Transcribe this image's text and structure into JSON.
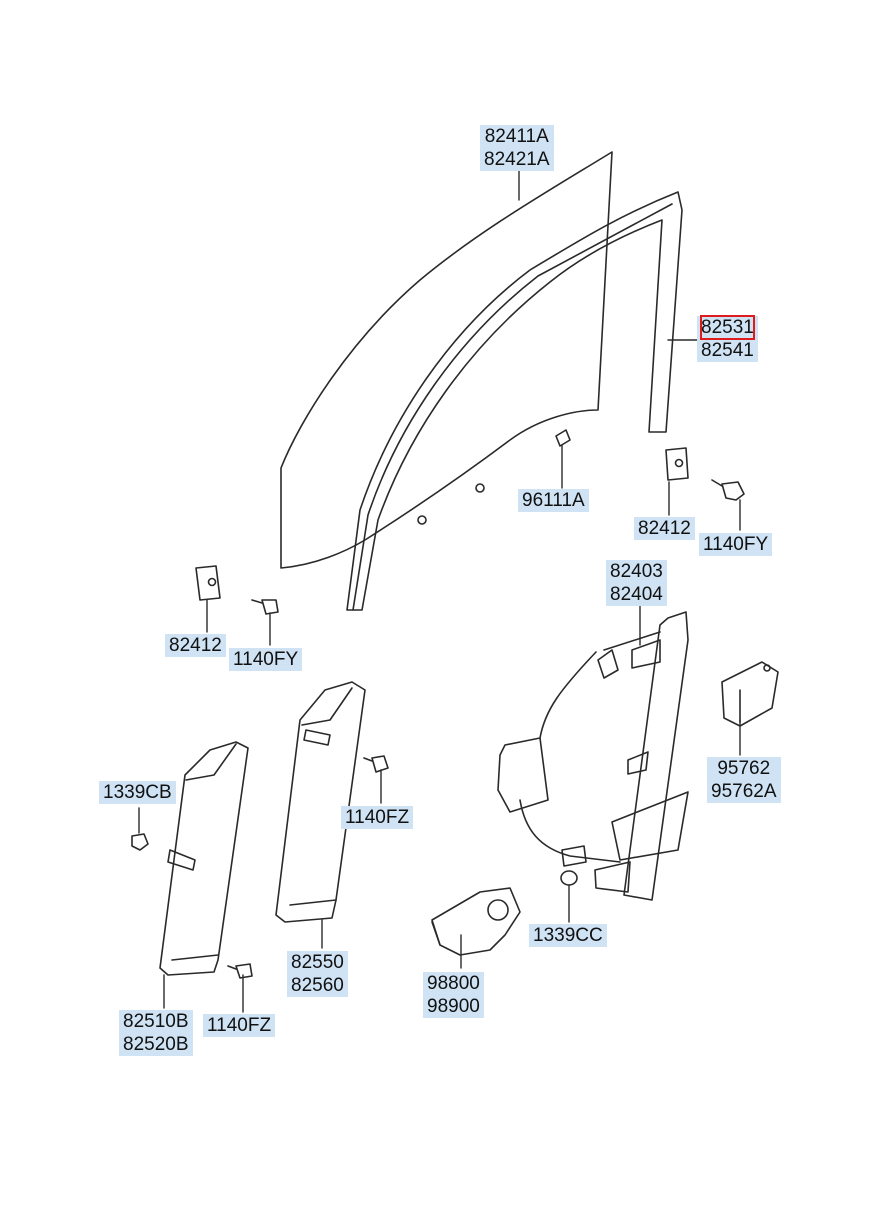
{
  "callouts": [
    {
      "id": "glass",
      "lines": [
        "82411A",
        "82421A"
      ]
    },
    {
      "id": "run",
      "lines": [
        "82531",
        "82541"
      ],
      "highlight_line": 0,
      "highlight_color": "#e01b1b"
    },
    {
      "id": "pad",
      "lines": [
        "96111A"
      ]
    },
    {
      "id": "clip-right",
      "lines": [
        "82412"
      ]
    },
    {
      "id": "bolt-right",
      "lines": [
        "1140FY"
      ]
    },
    {
      "id": "regulator",
      "lines": [
        "82403",
        "82404"
      ]
    },
    {
      "id": "clip-left",
      "lines": [
        "82412"
      ]
    },
    {
      "id": "bolt-left",
      "lines": [
        "1140FY"
      ]
    },
    {
      "id": "module",
      "lines": [
        "95762",
        "95762A"
      ]
    },
    {
      "id": "nut",
      "lines": [
        "1339CB"
      ]
    },
    {
      "id": "bolt-mid",
      "lines": [
        "1140FZ"
      ]
    },
    {
      "id": "grommet",
      "lines": [
        "1339CC"
      ]
    },
    {
      "id": "channel-mid",
      "lines": [
        "82550",
        "82560"
      ]
    },
    {
      "id": "motor",
      "lines": [
        "98800",
        "98900"
      ]
    },
    {
      "id": "bolt-low",
      "lines": [
        "1140FZ"
      ]
    },
    {
      "id": "channel-left",
      "lines": [
        "82510B",
        "82520B"
      ]
    }
  ],
  "colors": {
    "label_bg": "#cfe3f5",
    "line": "#2a2a2a",
    "highlight": "#e01b1b"
  }
}
